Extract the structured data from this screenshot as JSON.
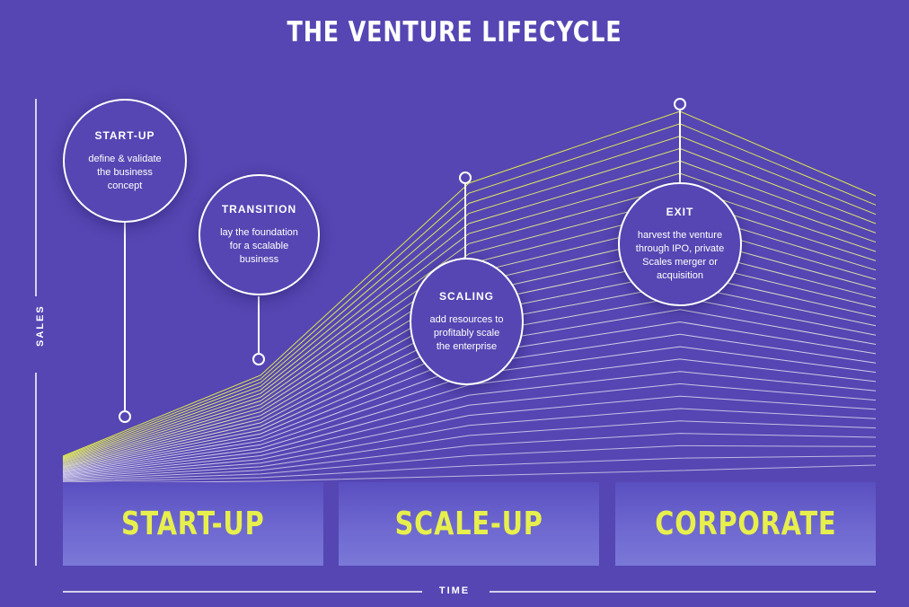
{
  "title": "THE VENTURE LIFECYCLE",
  "axes": {
    "y_label": "SALES",
    "x_label": "TIME"
  },
  "stages": [
    {
      "label": "START-UP"
    },
    {
      "label": "SCALE-UP"
    },
    {
      "label": "CORPORATE"
    }
  ],
  "milestones": [
    {
      "heading": "START-UP",
      "description": "define & validate\nthe business\nconcept"
    },
    {
      "heading": "TRANSITION",
      "description": "lay the foundation\nfor a scalable\nbusiness"
    },
    {
      "heading": "SCALING",
      "description": "add resources to\nprofitably scale\nthe enterprise"
    },
    {
      "heading": "EXIT",
      "description": "harvest the venture\nthrough IPO, private\nScales merger or\nacquisition"
    }
  ],
  "colors": {
    "background": "#5546b3",
    "curve_yellow": "#e7ef4c",
    "curve_white": "#ffffff",
    "stage_text": "#e7ef4c"
  }
}
